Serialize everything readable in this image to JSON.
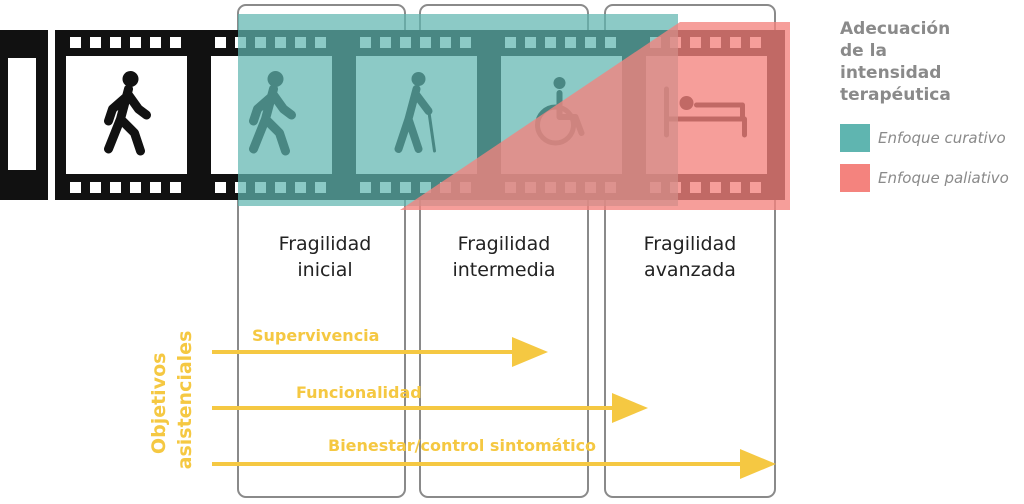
{
  "legend": {
    "title_lines": [
      "Adecuación",
      "de la",
      "intensidad",
      "terapéutica"
    ],
    "items": [
      {
        "label": "Enfoque curativo",
        "color": "#5fb5b0"
      },
      {
        "label": "Enfoque paliativo",
        "color": "#f4837e"
      }
    ]
  },
  "frames": [
    {
      "icon": "walking-person-icon"
    },
    {
      "icon": "walking-person-icon"
    },
    {
      "icon": "elderly-person-with-cane-icon"
    },
    {
      "icon": "wheelchair-icon"
    },
    {
      "icon": "bed-icon"
    }
  ],
  "stages": [
    {
      "line1": "Fragilidad",
      "line2": "inicial"
    },
    {
      "line1": "Fragilidad",
      "line2": "intermedia"
    },
    {
      "line1": "Fragilidad",
      "line2": "avanzada"
    }
  ],
  "objectives": {
    "side_label_lines": [
      "Objetivos",
      "asistenciales"
    ],
    "items": [
      {
        "label": "Supervivencia"
      },
      {
        "label": "Funcionalidad"
      },
      {
        "label": "Bienestar/control sintomático"
      }
    ]
  },
  "colors": {
    "curative": "#5fb5b0",
    "palliative": "#f4837e",
    "film": "#111111",
    "objective": "#f5c842",
    "column_border": "#8a8a8a",
    "legend_text": "#8a8a8a"
  }
}
